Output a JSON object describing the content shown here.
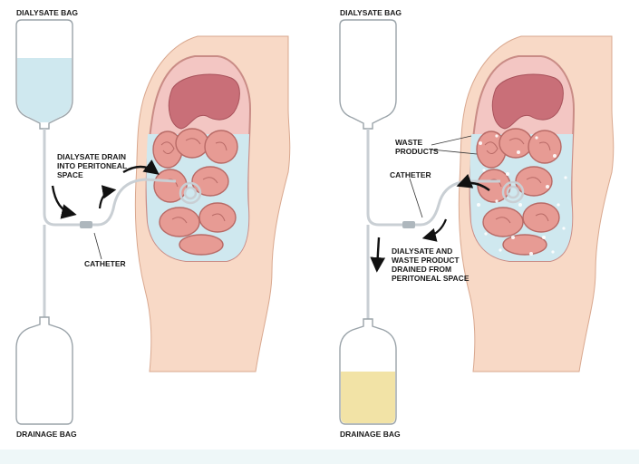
{
  "left_panel": {
    "dialysate_bag_label": "DIALYSATE BAG",
    "instruction_lines": [
      "DIALYSATE DRAIN",
      "INTO PERITONEAL",
      "SPACE"
    ],
    "catheter_label": "CATHETER",
    "drainage_bag_label": "DRAINAGE BAG"
  },
  "right_panel": {
    "dialysate_bag_label": "DIALYSATE BAG",
    "waste_lines": [
      "WASTE",
      "PRODUCTS"
    ],
    "catheter_label": "CATHETER",
    "drain_lines": [
      "DIALYSATE AND",
      "WASTE PRODUCT",
      "DRAINED FROM",
      "PERITONEAL SPACE"
    ],
    "drainage_bag_label": "DRAINAGE BAG"
  },
  "colors": {
    "skin": "#f8d9c6",
    "skin_outline": "#d9a88f",
    "cavity_pink": "#f2b5b5",
    "liver": "#c96f78",
    "intestine": "#e79b94",
    "intestine_outline": "#b86a66",
    "dialysate_fluid": "#cfe8ef",
    "waste_fluid": "#f2e3a6",
    "tube": "#c9cfd4",
    "bag_outline": "#9aa3a9",
    "arrow": "#111111",
    "footer_band": "#eef7f8"
  }
}
